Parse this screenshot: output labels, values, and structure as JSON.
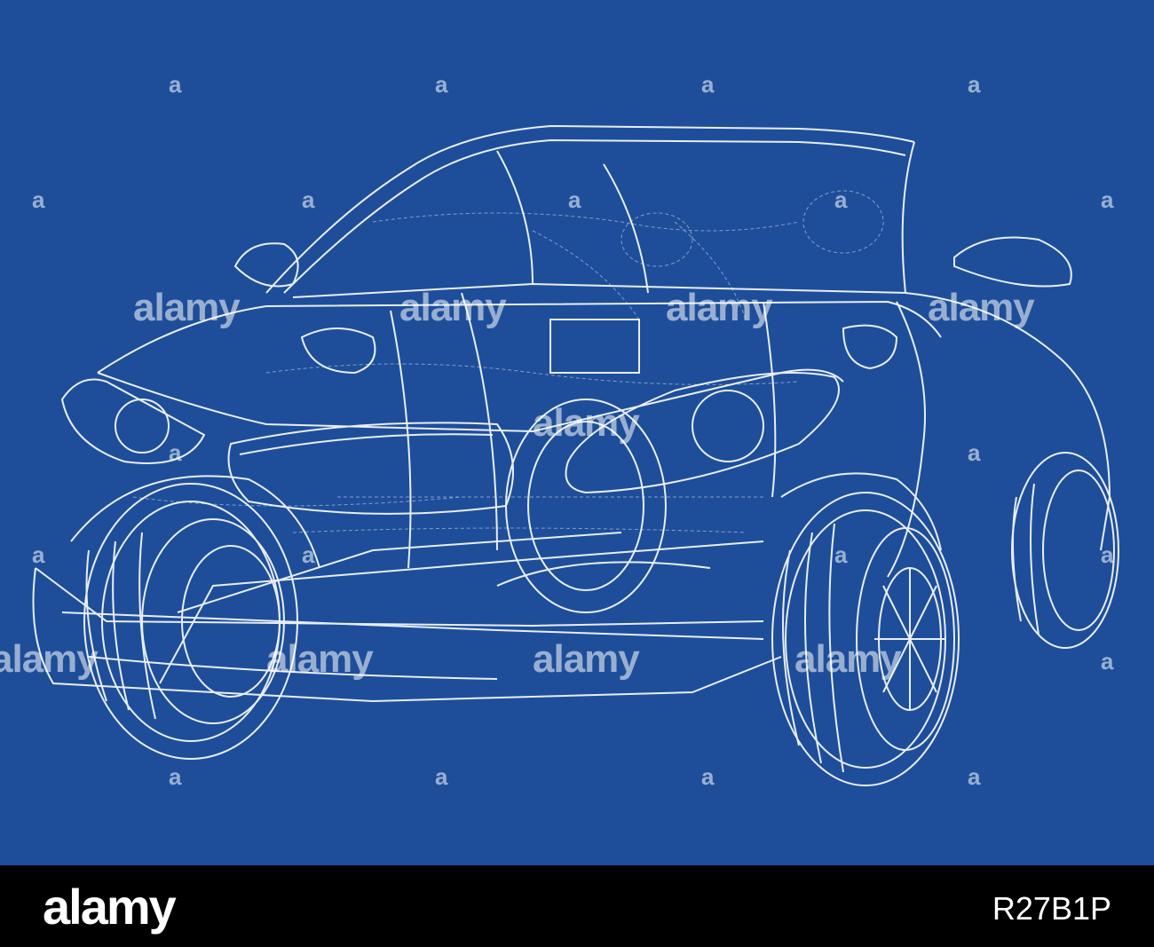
{
  "watermark": {
    "word": "alamy",
    "mark": "a"
  },
  "footer": {
    "brand": "alamy",
    "image_id": "R27B1P"
  },
  "colors": {
    "background": "#1E4E9A",
    "line": "#FFFFFF",
    "footer": "#000000"
  }
}
